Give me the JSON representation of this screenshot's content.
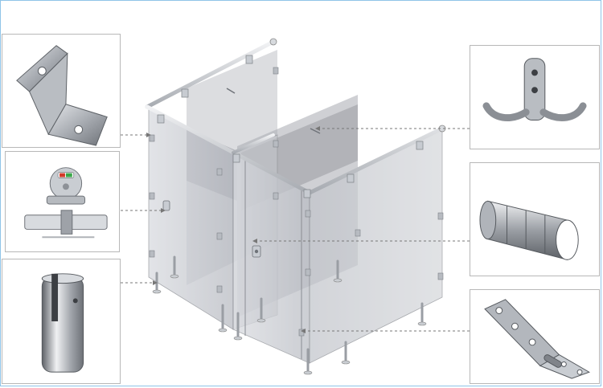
{
  "figure": {
    "subject": "toilet-partition-hardware-diagram",
    "colors": {
      "frame_border": "#8fc4e8",
      "box_border": "#b8b8b8",
      "panel_fill": "#c4c6cc",
      "panel_dark": "#8d9097",
      "rail": "#c9cdd2",
      "steel": "#a9adb3",
      "leader_line": "#777777",
      "indicator_red": "#d23a2a",
      "indicator_green": "#3aa84a"
    },
    "parts": [
      {
        "id": "box-bracket",
        "icon": "angle-bracket-icon"
      },
      {
        "id": "box-lock",
        "icon": "occupancy-lock-icon"
      },
      {
        "id": "box-support",
        "icon": "pedestal-support-icon"
      },
      {
        "id": "box-hook",
        "icon": "double-coat-hook-icon"
      },
      {
        "id": "box-connector",
        "icon": "tube-connector-icon"
      },
      {
        "id": "box-hinge",
        "icon": "door-hinge-icon"
      }
    ]
  }
}
